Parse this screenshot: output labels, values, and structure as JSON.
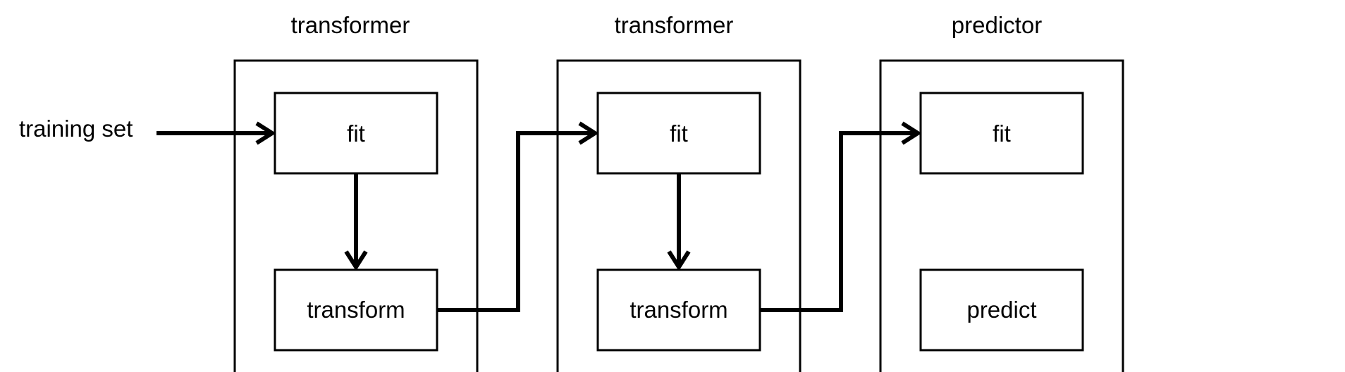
{
  "input": {
    "label": "training set"
  },
  "stages": [
    {
      "title": "transformer",
      "steps": [
        {
          "label": "fit"
        },
        {
          "label": "transform"
        }
      ]
    },
    {
      "title": "transformer",
      "steps": [
        {
          "label": "fit"
        },
        {
          "label": "transform"
        }
      ]
    },
    {
      "title": "predictor",
      "steps": [
        {
          "label": "fit"
        },
        {
          "label": "predict"
        }
      ]
    }
  ],
  "colors": {
    "stroke": "#000000",
    "background": "#ffffff"
  }
}
